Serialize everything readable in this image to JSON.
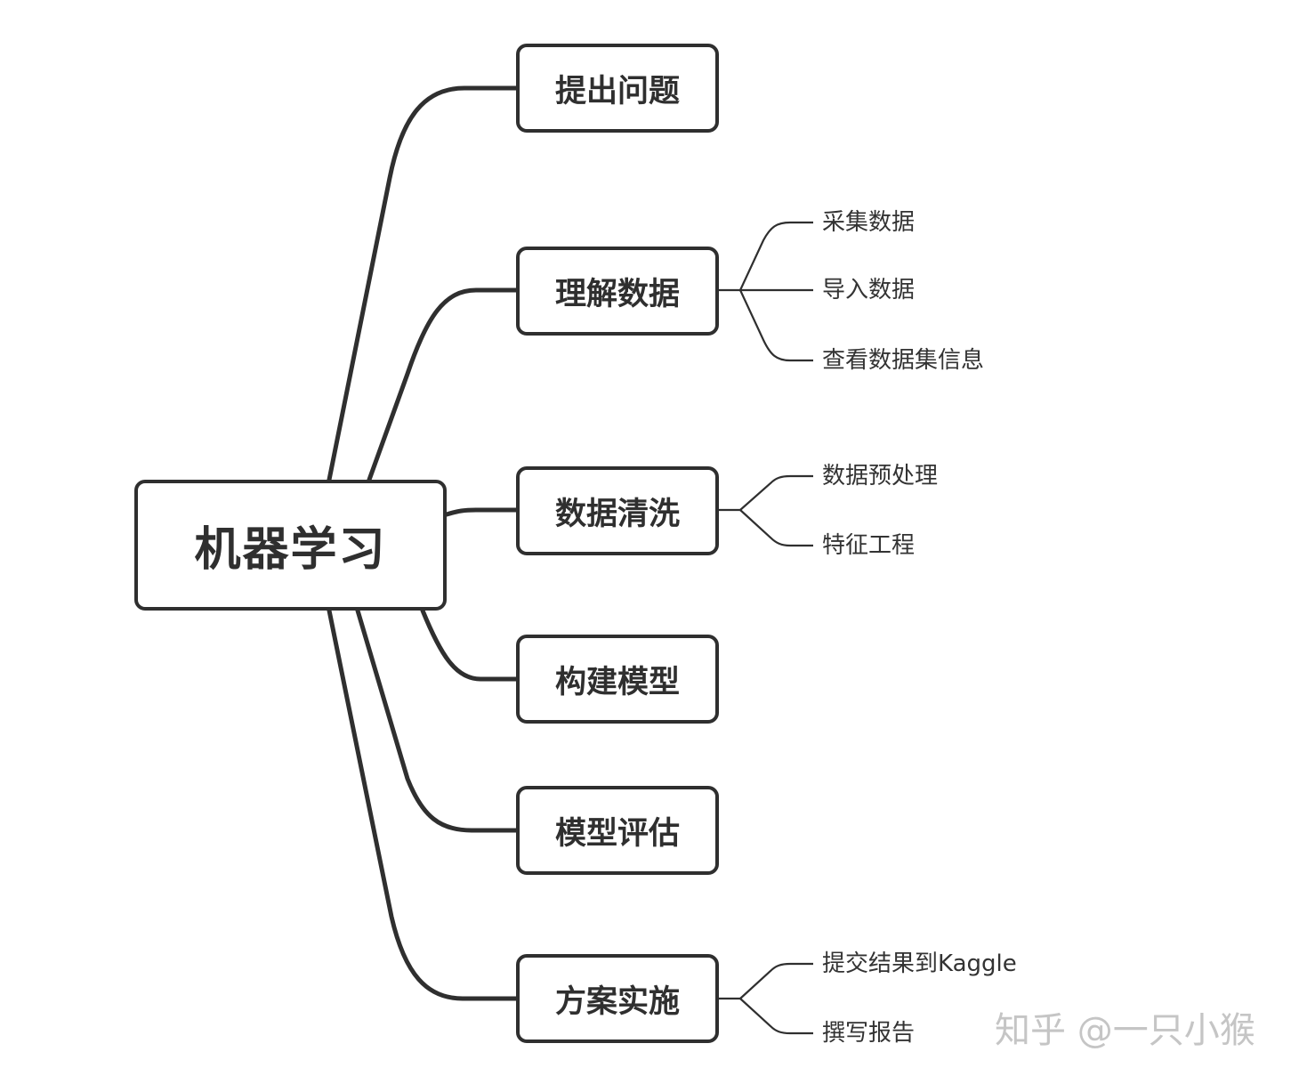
{
  "root": {
    "label": "机器学习"
  },
  "branches": [
    {
      "label": "提出问题",
      "children": []
    },
    {
      "label": "理解数据",
      "children": [
        "采集数据",
        "导入数据",
        "查看数据集信息"
      ]
    },
    {
      "label": "数据清洗",
      "children": [
        "数据预处理",
        "特征工程"
      ]
    },
    {
      "label": "构建模型",
      "children": []
    },
    {
      "label": "模型评估",
      "children": []
    },
    {
      "label": "方案实施",
      "children": [
        "提交结果到Kaggle",
        "撰写报告"
      ]
    }
  ],
  "watermark": "知乎 @一只小猴",
  "colors": {
    "line": "#2f2f2f",
    "border": "#2f2f2f",
    "text": "#2f2f2f",
    "background": "#ffffff"
  }
}
